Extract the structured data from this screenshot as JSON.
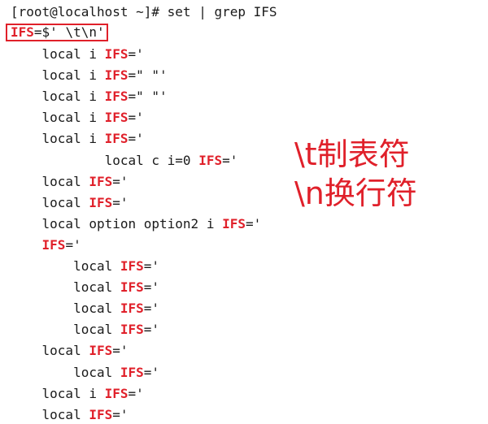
{
  "terminal": {
    "prompt": "[root@localhost ~]# set | grep IFS",
    "first_line": {
      "keyword": "IFS",
      "value": "=$' \\t\\n'"
    },
    "lines": [
      {
        "indent": "    ",
        "pre": "local i ",
        "keyword": "IFS",
        "post": "='"
      },
      {
        "indent": "    ",
        "pre": "local i ",
        "keyword": "IFS",
        "post": "=\" \"'"
      },
      {
        "indent": "    ",
        "pre": "local i ",
        "keyword": "IFS",
        "post": "=\" \"'"
      },
      {
        "indent": "    ",
        "pre": "local i ",
        "keyword": "IFS",
        "post": "='"
      },
      {
        "indent": "    ",
        "pre": "local i ",
        "keyword": "IFS",
        "post": "='"
      },
      {
        "indent": "            ",
        "pre": "local c i=0 ",
        "keyword": "IFS",
        "post": "='"
      },
      {
        "indent": "    ",
        "pre": "local ",
        "keyword": "IFS",
        "post": "='"
      },
      {
        "indent": "    ",
        "pre": "local ",
        "keyword": "IFS",
        "post": "='"
      },
      {
        "indent": "    ",
        "pre": "local option option2 i ",
        "keyword": "IFS",
        "post": "='"
      },
      {
        "indent": "    ",
        "pre": "",
        "keyword": "IFS",
        "post": "='"
      },
      {
        "indent": "        ",
        "pre": "local ",
        "keyword": "IFS",
        "post": "='"
      },
      {
        "indent": "        ",
        "pre": "local ",
        "keyword": "IFS",
        "post": "='"
      },
      {
        "indent": "        ",
        "pre": "local ",
        "keyword": "IFS",
        "post": "='"
      },
      {
        "indent": "        ",
        "pre": "local ",
        "keyword": "IFS",
        "post": "='"
      },
      {
        "indent": "    ",
        "pre": "local ",
        "keyword": "IFS",
        "post": "='"
      },
      {
        "indent": "        ",
        "pre": "local ",
        "keyword": "IFS",
        "post": "='"
      },
      {
        "indent": "    ",
        "pre": "local i ",
        "keyword": "IFS",
        "post": "='"
      },
      {
        "indent": "    ",
        "pre": "local ",
        "keyword": "IFS",
        "post": "='"
      }
    ]
  },
  "annotation": {
    "line1": "\\t制表符",
    "line2": "\\n换行符"
  },
  "colors": {
    "highlight": "#e0202a",
    "text": "#1a1a1a",
    "background": "#ffffff"
  }
}
